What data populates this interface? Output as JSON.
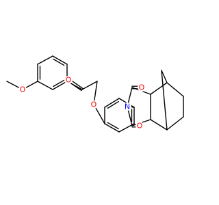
{
  "molecule": {
    "atoms": [
      {
        "id": "c_methyl",
        "label": ""
      },
      {
        "id": "o_methoxy",
        "label": "O",
        "color": "#ff0000"
      },
      {
        "id": "o_ketone",
        "label": "O",
        "color": "#ff0000"
      },
      {
        "id": "o_ether",
        "label": "O",
        "color": "#ff0000"
      },
      {
        "id": "o_imide_top",
        "label": "O",
        "color": "#ff0000"
      },
      {
        "id": "o_imide_bottom",
        "label": "O",
        "color": "#ff0000"
      },
      {
        "id": "n_imide",
        "label": "N",
        "color": "#0000ff"
      }
    ],
    "bond_color": "#000000"
  }
}
